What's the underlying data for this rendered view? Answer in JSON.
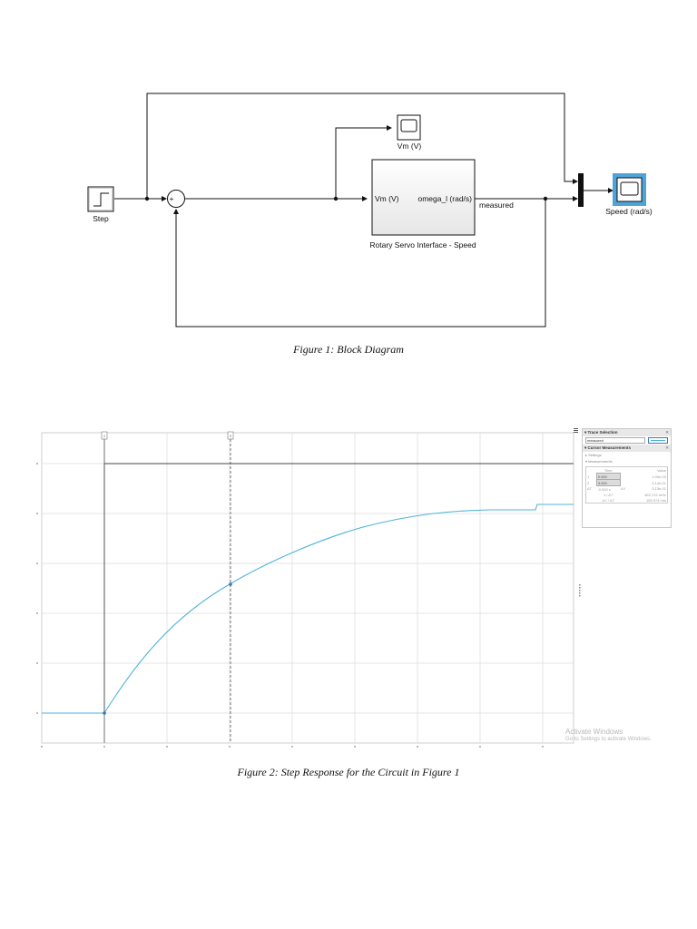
{
  "block_diagram": {
    "step_label": "Step",
    "sum_sign": "+",
    "scope_vm_label": "Vm (V)",
    "servo_input_label": "Vm (V)",
    "servo_output_label": "omega_l (rad/s)",
    "servo_name": "Rotary Servo Interface - Speed",
    "signal_label": "measured",
    "scope_speed_label": "Speed (rad/s)"
  },
  "figure1_caption": "Figure 1: Block Diagram",
  "figure2_caption": "Figure 2: Step Response for the Circuit in Figure 1",
  "scope": {
    "cursor1_tag": "1",
    "cursor2_tag": "2",
    "colors": {
      "response": "#4fb3d9",
      "reference": "#444444",
      "grid": "#d9d9d9"
    },
    "trace_panel": {
      "trace_selection_title": "Trace Selection",
      "selected_trace": "measured",
      "cursor_title": "Cursor Measurements",
      "settings_label": "Settings",
      "measurements_label": "Measurements",
      "time_header": "Time",
      "value_header": "Value",
      "row1": {
        "label": "1",
        "time": "0.000",
        "value": "1.00e-03"
      },
      "row2": {
        "label": "2",
        "time": "3.000",
        "value": "3.14e-01"
      },
      "row3": {
        "label": "ΔT",
        "time": "-0.000 s",
        "dlabel": "ΔY",
        "value": "3.13e-01"
      },
      "row4": {
        "left": "1 / ΔT",
        "right": "463.722 mHz"
      },
      "row5": {
        "left": "ΔY / ΔT",
        "right": "153.974 /ms"
      }
    },
    "watermark_title": "Activate Windows",
    "watermark_sub": "Go to Settings to activate Windows."
  }
}
